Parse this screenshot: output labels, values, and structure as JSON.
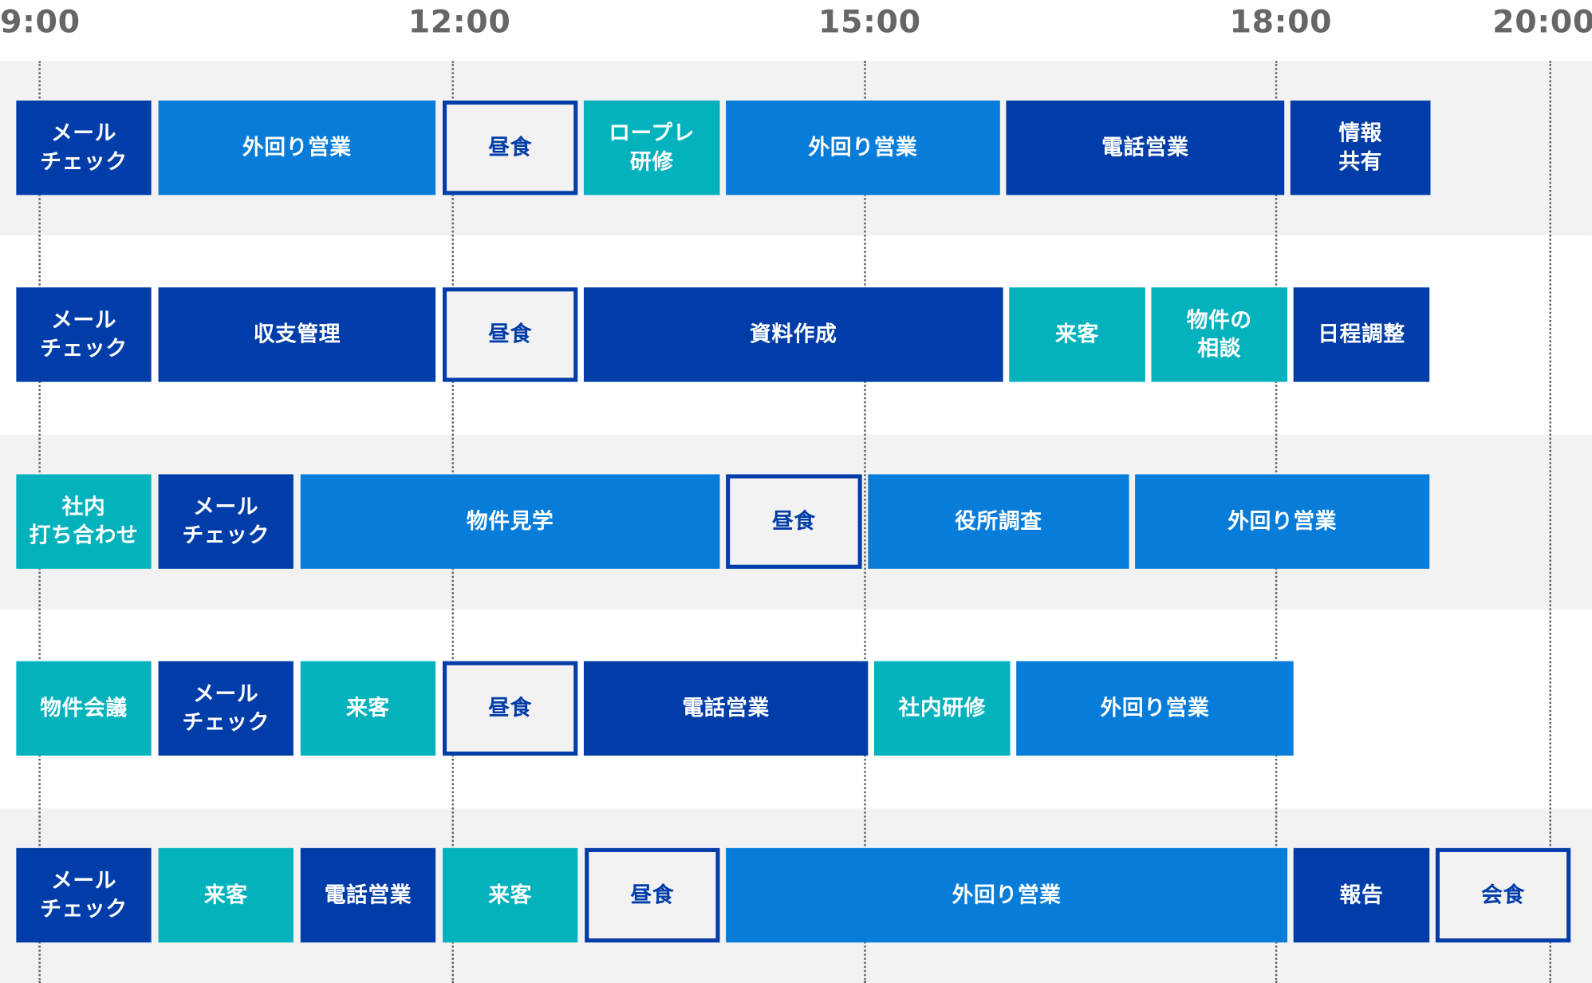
{
  "time_axis": [
    {
      "label": "9:00"
    },
    {
      "label": "12:00"
    },
    {
      "label": "15:00"
    },
    {
      "label": "18:00"
    },
    {
      "label": "20:00"
    }
  ],
  "colors": {
    "dark": "#013da8",
    "blue": "#077cd8",
    "teal": "#04b2bd",
    "meal_fill": "#f2f2f2",
    "band": "#f2f2f2",
    "axis_text": "#666666"
  },
  "rows": [
    {
      "blocks": [
        {
          "label": "メール\nチェック",
          "kind": "dark"
        },
        {
          "label": "外回り営業",
          "kind": "blue"
        },
        {
          "label": "昼食",
          "kind": "meal"
        },
        {
          "label": "ロープレ\n研修",
          "kind": "teal"
        },
        {
          "label": "外回り営業",
          "kind": "blue"
        },
        {
          "label": "電話営業",
          "kind": "dark"
        },
        {
          "label": "情報\n共有",
          "kind": "dark"
        }
      ]
    },
    {
      "blocks": [
        {
          "label": "メール\nチェック",
          "kind": "dark"
        },
        {
          "label": "収支管理",
          "kind": "dark"
        },
        {
          "label": "昼食",
          "kind": "meal"
        },
        {
          "label": "資料作成",
          "kind": "dark"
        },
        {
          "label": "来客",
          "kind": "teal"
        },
        {
          "label": "物件の\n相談",
          "kind": "teal"
        },
        {
          "label": "日程調整",
          "kind": "dark"
        }
      ]
    },
    {
      "blocks": [
        {
          "label": "社内\n打ち合わせ",
          "kind": "teal"
        },
        {
          "label": "メール\nチェック",
          "kind": "dark"
        },
        {
          "label": "物件見学",
          "kind": "blue"
        },
        {
          "label": "昼食",
          "kind": "meal"
        },
        {
          "label": "役所調査",
          "kind": "blue"
        },
        {
          "label": "外回り営業",
          "kind": "blue"
        }
      ]
    },
    {
      "blocks": [
        {
          "label": "物件会議",
          "kind": "teal"
        },
        {
          "label": "メール\nチェック",
          "kind": "dark"
        },
        {
          "label": "来客",
          "kind": "teal"
        },
        {
          "label": "昼食",
          "kind": "meal"
        },
        {
          "label": "電話営業",
          "kind": "dark"
        },
        {
          "label": "社内研修",
          "kind": "teal"
        },
        {
          "label": "外回り営業",
          "kind": "blue"
        }
      ]
    },
    {
      "blocks": [
        {
          "label": "メール\nチェック",
          "kind": "dark"
        },
        {
          "label": "来客",
          "kind": "teal"
        },
        {
          "label": "電話営業",
          "kind": "dark"
        },
        {
          "label": "来客",
          "kind": "teal"
        },
        {
          "label": "昼食",
          "kind": "meal"
        },
        {
          "label": "外回り営業",
          "kind": "blue"
        },
        {
          "label": "報告",
          "kind": "dark"
        },
        {
          "label": "会食",
          "kind": "meal"
        }
      ]
    }
  ]
}
